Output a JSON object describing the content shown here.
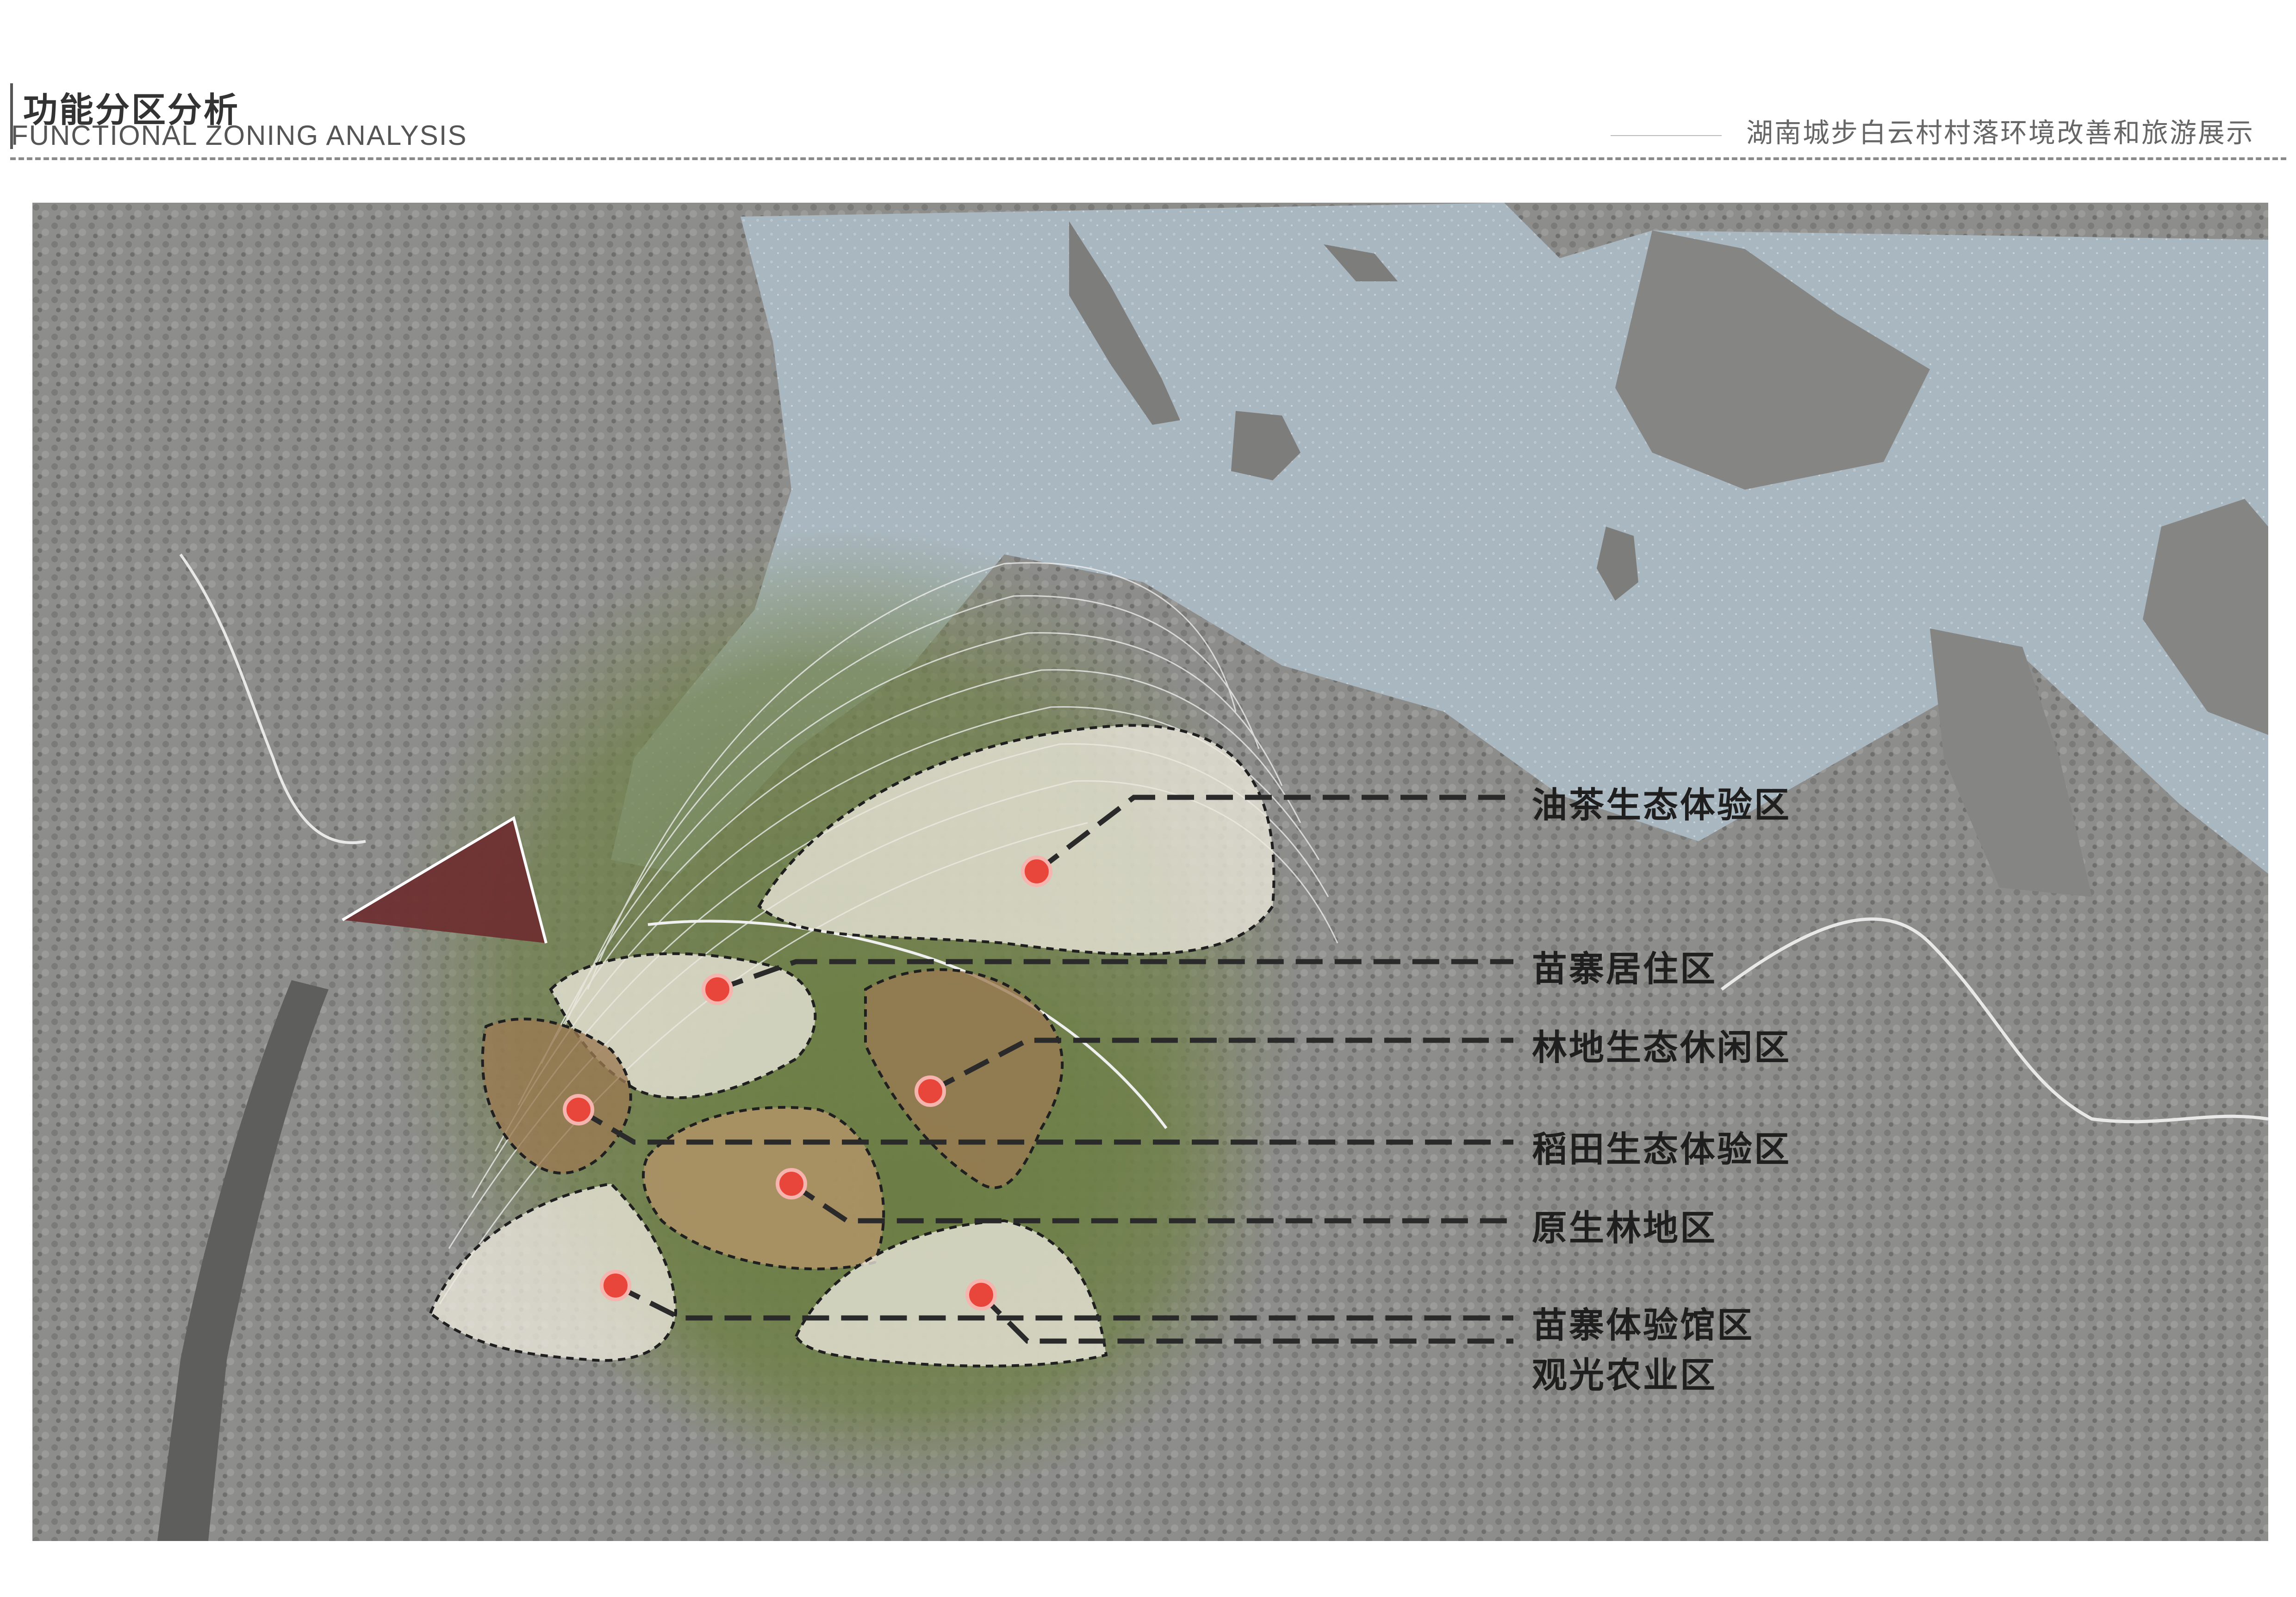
{
  "header": {
    "title_zh": "功能分区分析",
    "title_en": "FUNCTIONAL ZONING ANALYSIS",
    "project_title": "湖南城步白云村村落环境改善和旅游展示"
  },
  "map": {
    "zones": [
      {
        "id": "youcha",
        "label": "油茶生态体验区",
        "fill_color": "#ece8dc"
      },
      {
        "id": "miaozhai-juzhu",
        "label": "苗寨居住区",
        "fill_color": "#ece8dc"
      },
      {
        "id": "lindi-xiuxian",
        "label": "林地生态休闲区",
        "fill_color": "#9b7a52"
      },
      {
        "id": "daotian",
        "label": "稻田生态体验区",
        "fill_color": "#9b7a52"
      },
      {
        "id": "yuansheng-lindi",
        "label": "原生林地区",
        "fill_color": "#b39468"
      },
      {
        "id": "tiyanguan",
        "label": "苗寨体验馆区",
        "fill_color": "#ece8dc"
      },
      {
        "id": "guanguang-nongye",
        "label": "观光农业区",
        "fill_color": "#ece8dc"
      }
    ],
    "colors": {
      "water": "#a6b3bc",
      "terrain": "#8a8a88",
      "vegetation": "#6d7d4a",
      "dam": "#6e2f30",
      "marker": "#e8463a",
      "leader": "#2a2a2a"
    }
  }
}
